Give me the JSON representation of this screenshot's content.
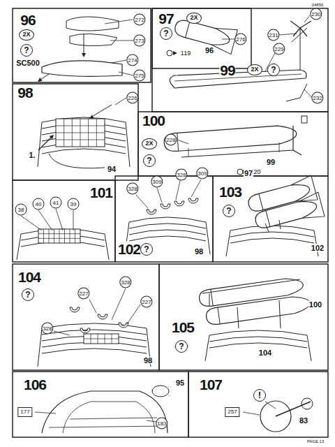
{
  "diagram": {
    "labels": [
      "04856",
      "96",
      "2X",
      "?",
      "SC500",
      "272",
      "273",
      "274",
      "275",
      "97",
      "2X",
      "?",
      "96",
      "276",
      "119",
      "230",
      "231",
      "229",
      "99",
      "2X",
      "?",
      "232",
      "98",
      "226",
      "1.",
      "94",
      "100",
      "2X",
      "?",
      "228",
      "99",
      "120",
      "101",
      "38",
      "40",
      "41",
      "39",
      "102",
      "?",
      "328",
      "309",
      "328",
      "309",
      "98",
      "103",
      "?",
      "97",
      "102",
      "104",
      "?",
      "227",
      "328",
      "227",
      "328",
      "98",
      "105",
      "?",
      "100",
      "104",
      "106",
      "95",
      "177",
      "183",
      "107",
      "!",
      "257",
      "83",
      "PAGE 13"
    ]
  }
}
